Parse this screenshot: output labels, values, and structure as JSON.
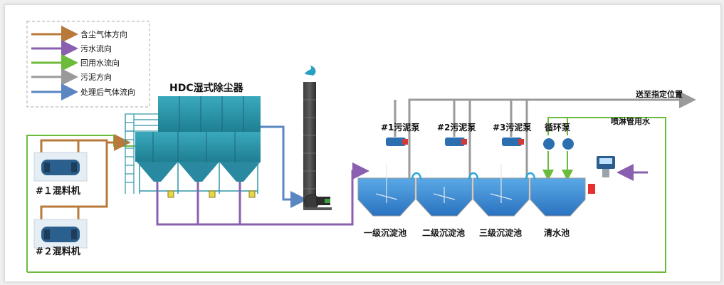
{
  "colors": {
    "dust_gas": "#b8793b",
    "sewage": "#8a5fb0",
    "reuse_water": "#6dbb3c",
    "sludge": "#9a9a9a",
    "treated_gas": "#5a86c2",
    "equipment": "#2f95a8",
    "tank_water": "#3a8fd6"
  },
  "legend": [
    {
      "label": "含尘气体方向",
      "color_key": "dust_gas"
    },
    {
      "label": "污水流向",
      "color_key": "sewage"
    },
    {
      "label": "回用水流向",
      "color_key": "reuse_water"
    },
    {
      "label": "污泥方向",
      "color_key": "sludge"
    },
    {
      "label": "处理后气体流向",
      "color_key": "treated_gas"
    }
  ],
  "labels": {
    "scrubber": "HDC湿式除尘器",
    "mixer1": "#１混料机",
    "mixer2": "#２混料机",
    "pump1": "#1污泥泵",
    "pump2": "#2污泥泵",
    "pump3": "#3污泥泵",
    "circ_pump": "循环泵",
    "spray_water": "喷淋管用水",
    "send_to": "送至指定位置",
    "tank1": "一级沉淀池",
    "tank2": "二级沉淀池",
    "tank3": "三级沉淀池",
    "tank4": "清水池"
  },
  "icons": {
    "smoke": "smoke-icon",
    "mixer": "mixer-machine-icon",
    "pump": "pump-icon",
    "fan": "fan-icon",
    "meter": "flow-meter-icon",
    "valve": "valve-icon"
  }
}
